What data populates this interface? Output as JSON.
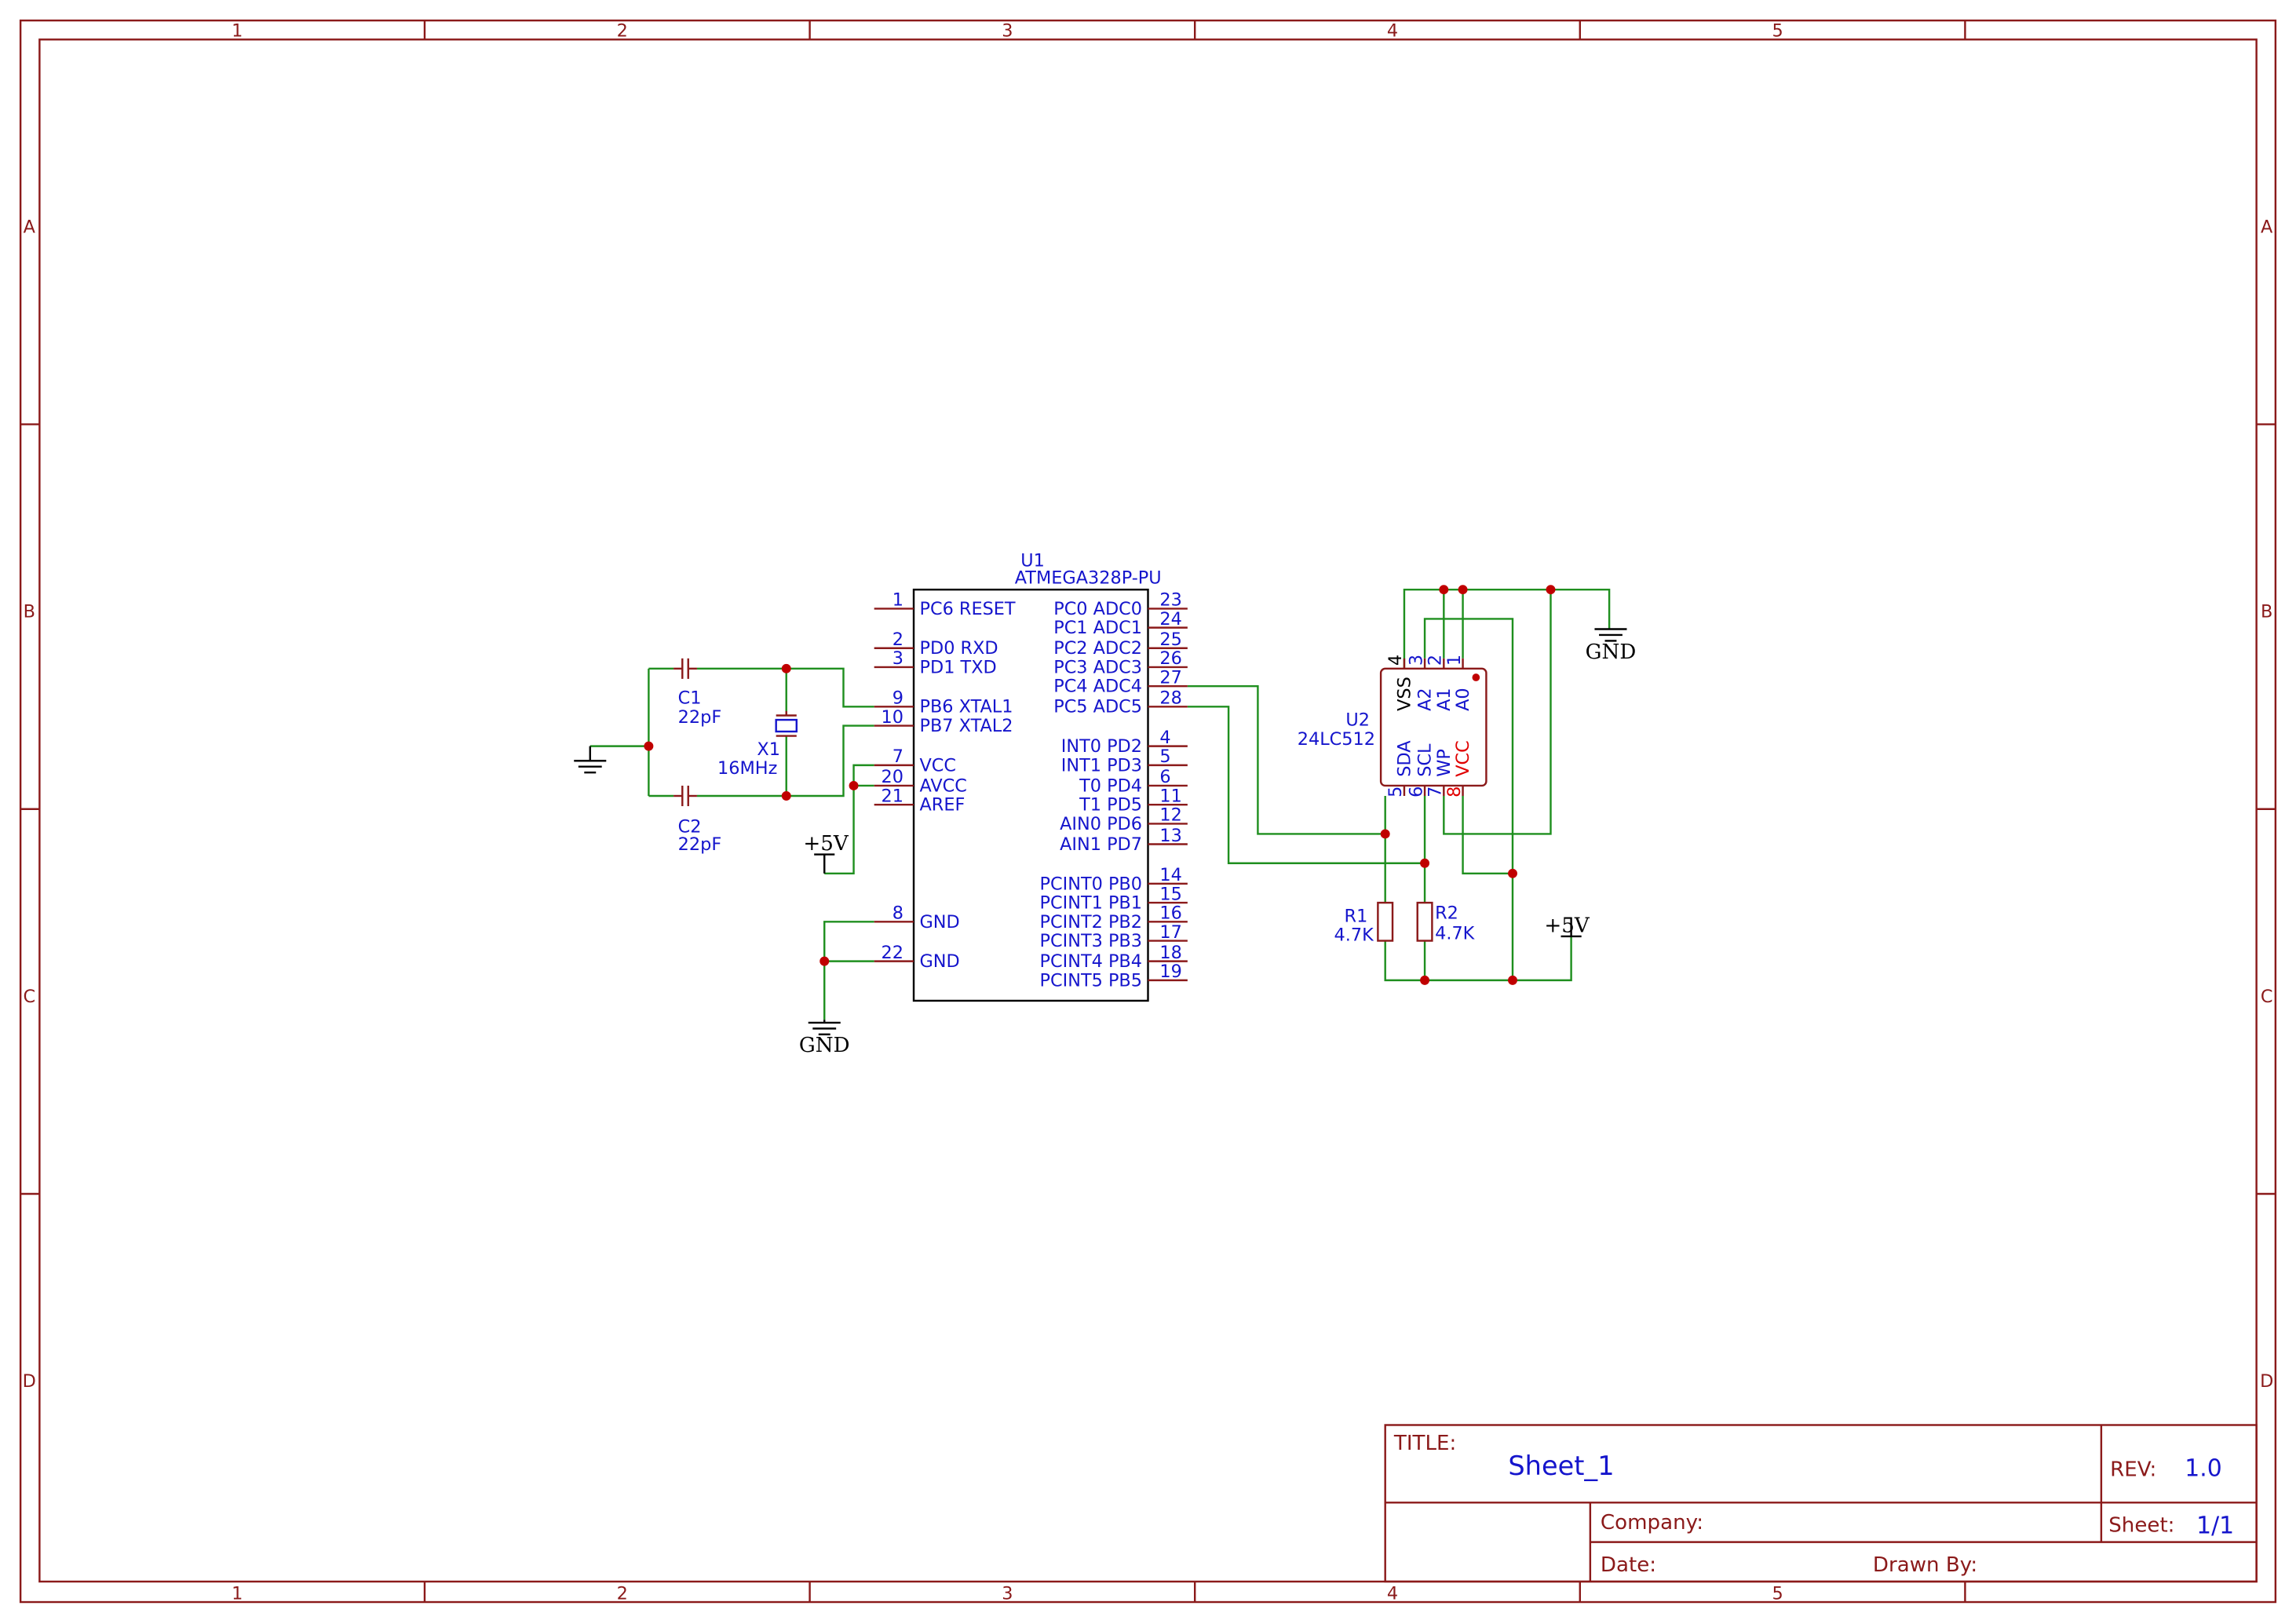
{
  "frame": {
    "columns": [
      "1",
      "2",
      "3",
      "4",
      "5"
    ],
    "rows": [
      "A",
      "B",
      "C",
      "D"
    ]
  },
  "title_block": {
    "title_label": "TITLE:",
    "title_value": "Sheet_1",
    "rev_label": "REV:",
    "rev_value": "1.0",
    "company_label": "Company:",
    "sheet_label": "Sheet:",
    "sheet_value": "1/1",
    "date_label": "Date:",
    "drawn_by_label": "Drawn By:"
  },
  "u1": {
    "ref": "U1",
    "part": "ATMEGA328P-PU",
    "left_pins": [
      {
        "num": "1",
        "name": "PC6 RESET"
      },
      {
        "num": "2",
        "name": "PD0 RXD"
      },
      {
        "num": "3",
        "name": "PD1 TXD"
      },
      {
        "num": "9",
        "name": "PB6 XTAL1"
      },
      {
        "num": "10",
        "name": "PB7 XTAL2"
      },
      {
        "num": "7",
        "name": "VCC"
      },
      {
        "num": "20",
        "name": "AVCC"
      },
      {
        "num": "21",
        "name": "AREF"
      },
      {
        "num": "8",
        "name": "GND"
      },
      {
        "num": "22",
        "name": "GND"
      }
    ],
    "right_pins": [
      {
        "num": "23",
        "name": "PC0 ADC0"
      },
      {
        "num": "24",
        "name": "PC1 ADC1"
      },
      {
        "num": "25",
        "name": "PC2 ADC2"
      },
      {
        "num": "26",
        "name": "PC3 ADC3"
      },
      {
        "num": "27",
        "name": "PC4 ADC4"
      },
      {
        "num": "28",
        "name": "PC5 ADC5"
      },
      {
        "num": "4",
        "name": "INT0 PD2"
      },
      {
        "num": "5",
        "name": "INT1 PD3"
      },
      {
        "num": "6",
        "name": "T0 PD4"
      },
      {
        "num": "11",
        "name": "T1 PD5"
      },
      {
        "num": "12",
        "name": "AIN0 PD6"
      },
      {
        "num": "13",
        "name": "AIN1 PD7"
      },
      {
        "num": "14",
        "name": "PCINT0 PB0"
      },
      {
        "num": "15",
        "name": "PCINT1 PB1"
      },
      {
        "num": "16",
        "name": "PCINT2 PB2"
      },
      {
        "num": "17",
        "name": "PCINT3 PB3"
      },
      {
        "num": "18",
        "name": "PCINT4 PB4"
      },
      {
        "num": "19",
        "name": "PCINT5 PB5"
      }
    ]
  },
  "u2": {
    "ref": "U2",
    "part": "24LC512",
    "top_pins": [
      {
        "num": "4",
        "name": "VSS"
      },
      {
        "num": "3",
        "name": "A2"
      },
      {
        "num": "2",
        "name": "A1"
      },
      {
        "num": "1",
        "name": "A0"
      }
    ],
    "bottom_pins": [
      {
        "num": "5",
        "name": "SDA"
      },
      {
        "num": "6",
        "name": "SCL"
      },
      {
        "num": "7",
        "name": "WP"
      },
      {
        "num": "8",
        "name": "VCC"
      }
    ]
  },
  "c1": {
    "ref": "C1",
    "value": "22pF"
  },
  "c2": {
    "ref": "C2",
    "value": "22pF"
  },
  "x1": {
    "ref": "X1",
    "value": "16MHz"
  },
  "r1": {
    "ref": "R1",
    "value": "4.7K"
  },
  "r2": {
    "ref": "R2",
    "value": "4.7K"
  },
  "power": {
    "vcc_label": "+5V",
    "gnd_label": "GND"
  },
  "colors": {
    "frame": "#8b1a1a",
    "wire": "#1f8f1f",
    "pin_text": "#1515cc",
    "junction": "#c00000",
    "vcc_pin": "#e00000"
  }
}
